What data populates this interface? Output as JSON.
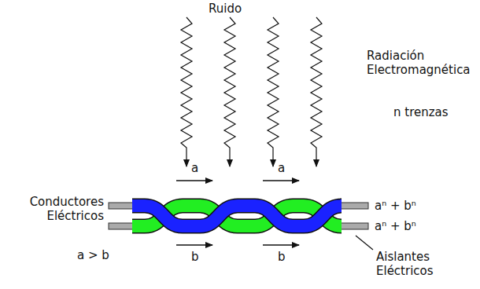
{
  "diagram": {
    "labels": [
      "Ruido",
      "Radiación Electromagnética",
      "n trenzas",
      "a",
      "a",
      "Conductores Eléctricos",
      "aⁿ + bⁿ",
      "aⁿ + bⁿ",
      "a > b",
      "b",
      "b",
      "Aislantes Eléctricos"
    ]
  }
}
